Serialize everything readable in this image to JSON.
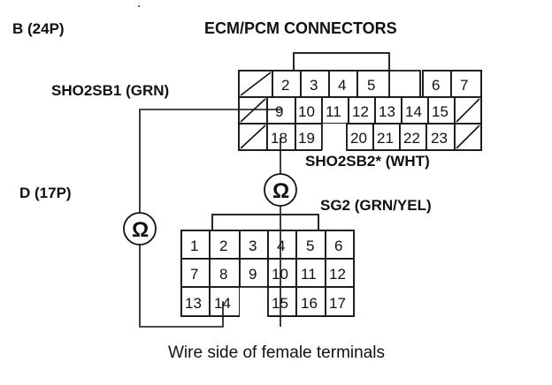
{
  "labels": {
    "connector_b": "B (24P)",
    "title": "ECM/PCM CONNECTORS",
    "sho2sb1": "SHO2SB1 (GRN)",
    "sho2sb2": "SHO2SB2* (WHT)",
    "connector_d": "D (17P)",
    "sg2": "SG2 (GRN/YEL)",
    "caption": "Wire side of female terminals",
    "ohm_symbol": "Ω"
  },
  "connector_b": {
    "row1": [
      "",
      "2",
      "3",
      "4",
      "5",
      "",
      "6",
      "7"
    ],
    "row2": [
      "",
      "9",
      "10",
      "11",
      "12",
      "13",
      "14",
      "15",
      ""
    ],
    "row3": [
      "",
      "18",
      "19",
      "",
      "20",
      "21",
      "22",
      "23",
      ""
    ]
  },
  "connector_d": {
    "row1": [
      "1",
      "2",
      "3",
      "4",
      "5",
      "6"
    ],
    "row2": [
      "7",
      "8",
      "9",
      "10",
      "11",
      "12"
    ],
    "row3": [
      "13",
      "14",
      "",
      "15",
      "16",
      "17"
    ]
  }
}
